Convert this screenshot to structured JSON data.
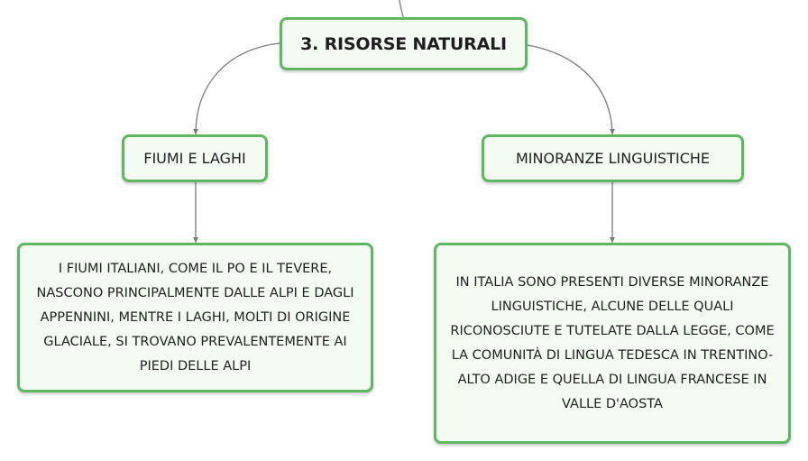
{
  "diagram": {
    "root": {
      "label": "3. RISORSE NATURALI"
    },
    "branches": [
      {
        "label": "FIUMI E LAGHI",
        "detail": "I FIUMI ITALIANI, COME IL PO E IL TEVERE, NASCONO PRINCIPALMENTE DALLE ALPI E DAGLI APPENNINI, MENTRE I LAGHI, MOLTI DI ORIGINE GLACIALE, SI TROVANO PREVALENTEMENTE AI PIEDI DELLE ALPI"
      },
      {
        "label": "MINORANZE LINGUISTICHE",
        "detail": "IN ITALIA SONO PRESENTI DIVERSE MINORANZE LINGUISTICHE, ALCUNE DELLE QUALI RICONOSCIUTE E TUTELATE DALLA LEGGE, COME LA COMUNITÀ DI LINGUA TEDESCA IN TRENTINO-ALTO ADIGE E QUELLA DI LINGUA FRANCESE IN VALLE D'AOSTA"
      }
    ]
  },
  "colors": {
    "node_border": "#5fb663",
    "node_fill": "#f3fbf2",
    "connector": "#7a7a7a"
  }
}
